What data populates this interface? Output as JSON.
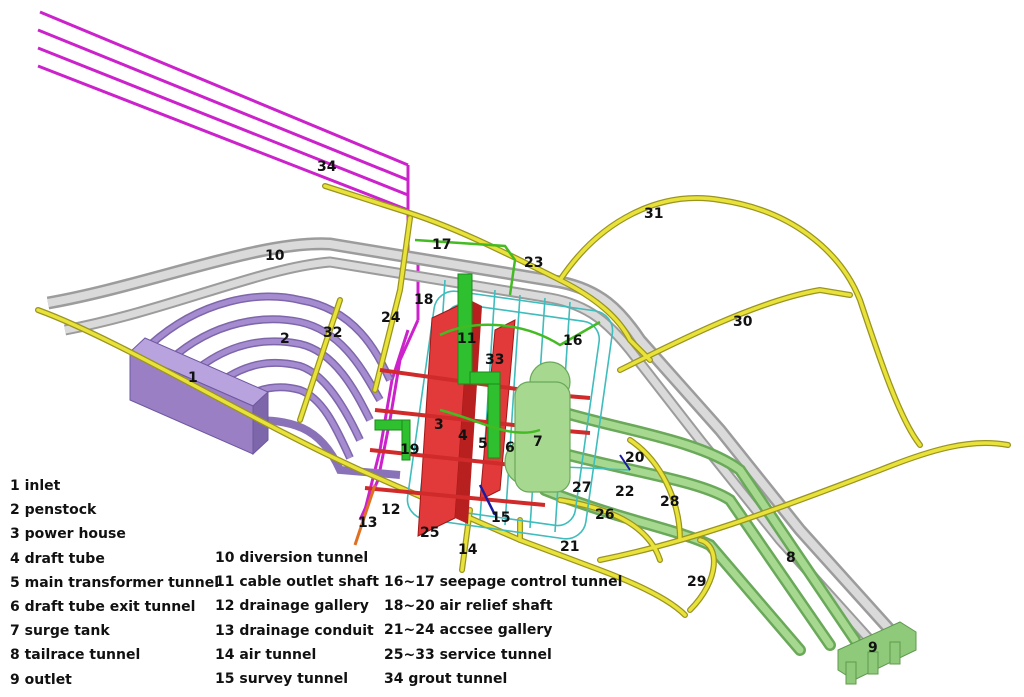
{
  "labels": {
    "n1": "1",
    "n2": "2",
    "n3": "3",
    "n4": "4",
    "n5": "5",
    "n6": "6",
    "n7": "7",
    "n8": "8",
    "n9": "9",
    "n10": "10",
    "n11": "11",
    "n12": "12",
    "n13": "13",
    "n14": "14",
    "n15": "15",
    "n16": "16",
    "n17": "17",
    "n18": "18",
    "n19": "19",
    "n20": "20",
    "n21": "21",
    "n22": "22",
    "n23": "23",
    "n24": "24",
    "n25": "25",
    "n26": "26",
    "n27": "27",
    "n28": "28",
    "n29": "29",
    "n30": "30",
    "n31": "31",
    "n32": "32",
    "n33": "33",
    "n34": "34"
  },
  "legend": {
    "col1": [
      "1 inlet",
      "2 penstock",
      "3 power house",
      "4 draft tube",
      "5 main transformer tunnel",
      "6 draft tube exit tunnel",
      "7 surge tank",
      "8 tailrace tunnel",
      "9 outlet"
    ],
    "col2": [
      "10 diversion tunnel",
      "11 cable outlet shaft",
      "12 drainage gallery",
      "13 drainage conduit",
      "14 air tunnel",
      "15 survey tunnel"
    ],
    "col3": [
      "16~17 seepage control tunnel",
      "18~20 air relief shaft",
      "21~24 accsee gallery",
      "25~33 service tunnel",
      "34 grout tunnel"
    ]
  },
  "colors": {
    "inlet": "#9b7fc4",
    "penstock": "#a58cd0",
    "powerhouse": "#e23a3a",
    "surge": "#a6d98f",
    "tailrace": "#8fc97a",
    "diversion": "#cfcfcf",
    "access": "#e8e23a",
    "grout": "#cc22cc",
    "seepage": "#44bb22",
    "drainage": "#55cccc",
    "conduit": "#e07020",
    "survey": "#1a1aa0"
  }
}
